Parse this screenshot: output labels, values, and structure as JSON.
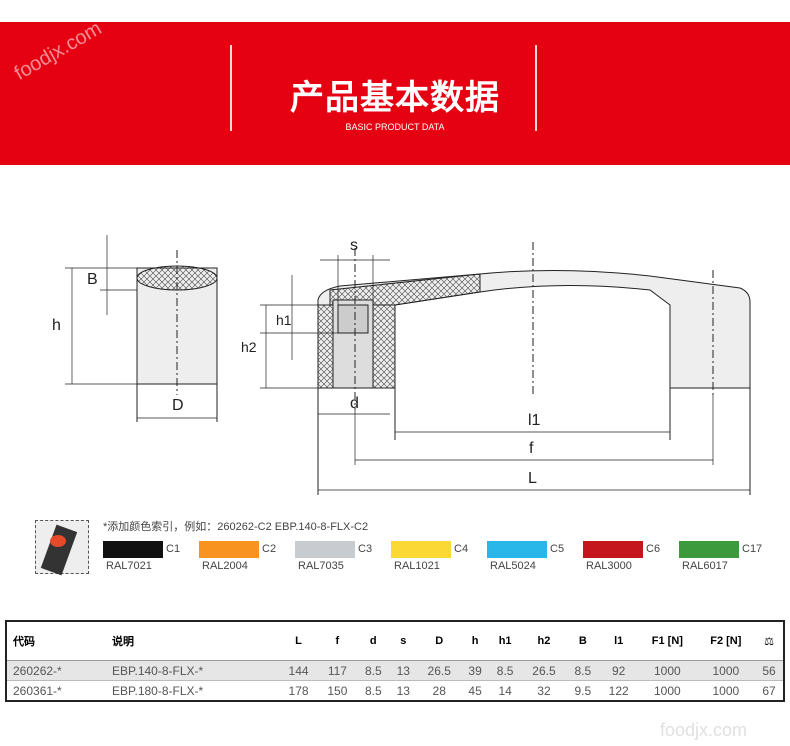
{
  "header": {
    "title": "产品基本数据",
    "subtitle": "BASIC PRODUCT DATA",
    "watermark": "foodjx.com"
  },
  "drawing": {
    "labels": {
      "B": "B",
      "h": "h",
      "D": "D",
      "s": "s",
      "h1": "h1",
      "h2": "h2",
      "d": "d",
      "l1": "l1",
      "f": "f",
      "L": "L"
    }
  },
  "colors": {
    "note": "*添加颜色索引，例如：260262-C2 EBP.140-8-FLX-C2",
    "swatches": [
      {
        "code": "C1",
        "ral": "RAL7021",
        "hex": "#111111"
      },
      {
        "code": "C2",
        "ral": "RAL2004",
        "hex": "#f7931e"
      },
      {
        "code": "C3",
        "ral": "RAL7035",
        "hex": "#c8ccd0"
      },
      {
        "code": "C4",
        "ral": "RAL1021",
        "hex": "#fcd835"
      },
      {
        "code": "C5",
        "ral": "RAL5024",
        "hex": "#29b6e8"
      },
      {
        "code": "C6",
        "ral": "RAL3000",
        "hex": "#c4161c"
      },
      {
        "code": "C17",
        "ral": "RAL6017",
        "hex": "#3c9a3c"
      }
    ]
  },
  "table": {
    "headers": [
      "代码",
      "说明",
      "L",
      "f",
      "d",
      "s",
      "D",
      "h",
      "h1",
      "h2",
      "B",
      "l1",
      "F1 [N]",
      "F2 [N]",
      "⚖"
    ],
    "rows": [
      [
        "260262-*",
        "EBP.140-8-FLX-*",
        "144",
        "117",
        "8.5",
        "13",
        "26.5",
        "39",
        "8.5",
        "26.5",
        "8.5",
        "92",
        "1000",
        "1000",
        "56"
      ],
      [
        "260361-*",
        "EBP.180-8-FLX-*",
        "178",
        "150",
        "8.5",
        "13",
        "28",
        "45",
        "14",
        "32",
        "9.5",
        "122",
        "1000",
        "1000",
        "67"
      ]
    ]
  }
}
